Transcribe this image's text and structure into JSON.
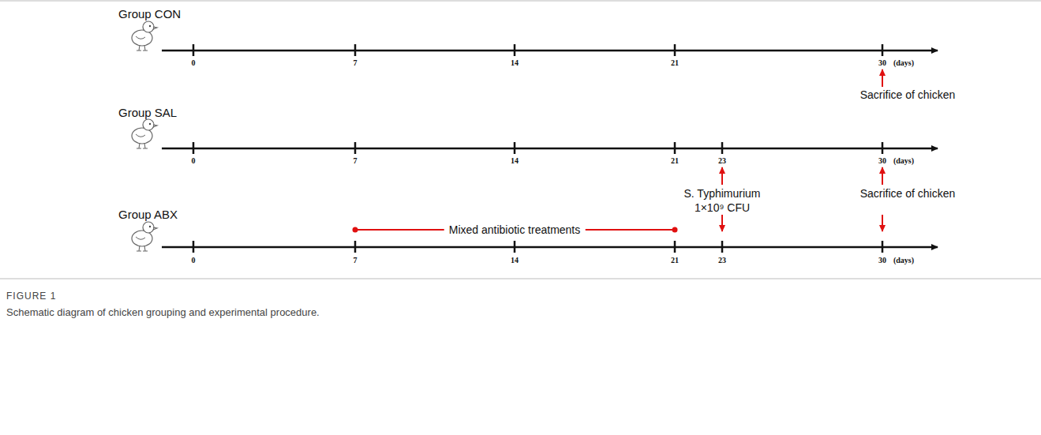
{
  "diagram": {
    "caption": "Schematic diagram of chicken grouping and experimental procedure.",
    "labels": [
      "Group CON",
      "0",
      "7",
      "14",
      "21",
      "30",
      "(days)",
      "Sacrifice of chicken",
      "Group SAL",
      "0",
      "7",
      "14",
      "21",
      "23",
      "30",
      "(days)",
      "S. Typhimurium",
      "1×10⁹ CFU",
      "Sacrifice of chicken",
      "Group ABX",
      "Mixed antibiotic treatments",
      "0",
      "7",
      "14",
      "21",
      "23",
      "30",
      "(days)",
      "FIGURE 1"
    ]
  }
}
